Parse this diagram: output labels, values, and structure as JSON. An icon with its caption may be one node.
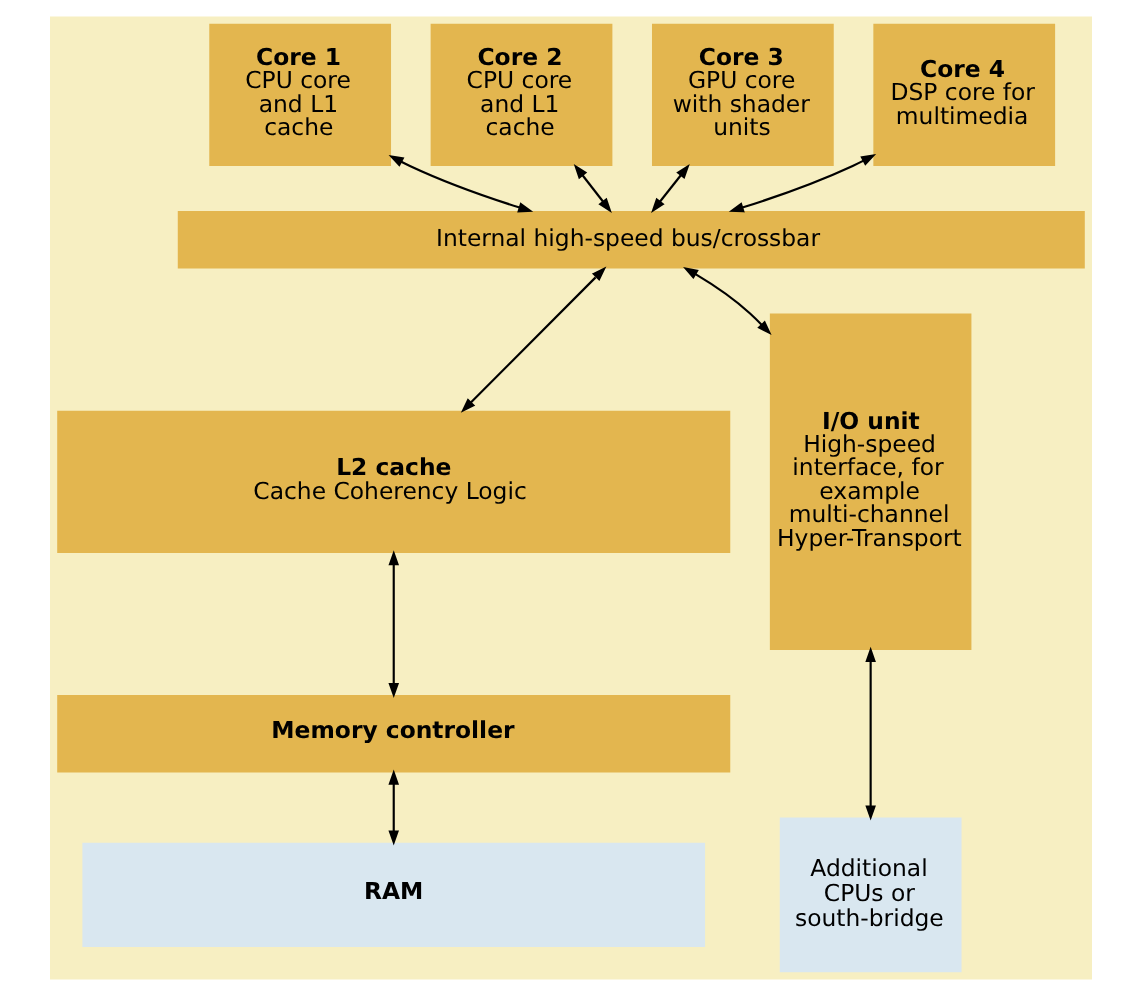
{
  "diagram": {
    "nodes": [
      {
        "text": [
          "Core 1",
          "CPU core and L1 cache"
        ]
      },
      {
        "text": [
          "Core 2",
          "CPU core and L1 cache"
        ]
      },
      {
        "text": [
          "Core 3",
          "GPU core with shader units"
        ]
      },
      {
        "text": [
          "Core 4",
          "DSP core for multimedia"
        ]
      },
      {
        "text": [
          "Internal high-speed bus/crossbar"
        ]
      },
      {
        "text": [
          "L2 cache",
          "Cache Coherency Logic"
        ]
      },
      {
        "text": [
          "I/O unit",
          "High-speed interface, for example multi-channel Hyper-Transport"
        ]
      },
      {
        "text": [
          "Memory controller"
        ]
      },
      {
        "text": [
          "RAM"
        ]
      },
      {
        "text": [
          "Additional CPUs or south-bridge"
        ]
      }
    ],
    "edges": [
      {
        "from": 0,
        "to": 4,
        "arrow": "both"
      },
      {
        "from": 1,
        "to": 4,
        "arrow": "both"
      },
      {
        "from": 2,
        "to": 4,
        "arrow": "both"
      },
      {
        "from": 3,
        "to": 4,
        "arrow": "both"
      },
      {
        "from": 4,
        "to": 5,
        "arrow": "both"
      },
      {
        "from": 4,
        "to": 6,
        "arrow": "both"
      },
      {
        "from": 5,
        "to": 7,
        "arrow": "both"
      },
      {
        "from": 7,
        "to": 8,
        "arrow": "both"
      },
      {
        "from": 6,
        "to": 9,
        "arrow": "both"
      }
    ]
  }
}
